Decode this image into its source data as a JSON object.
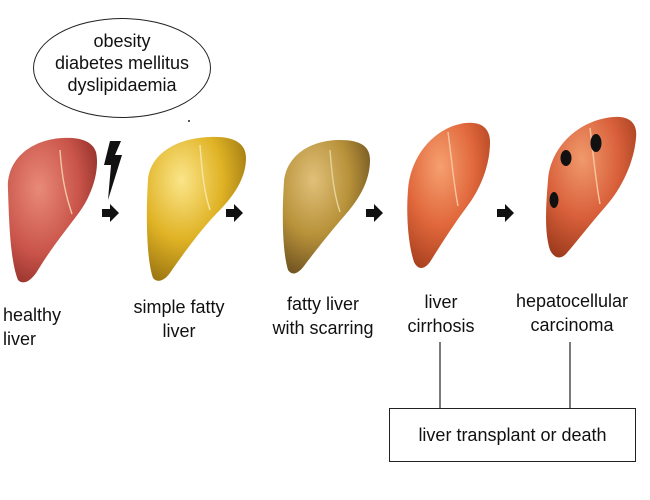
{
  "risk_factors": {
    "items": [
      "obesity",
      "diabetes mellitus",
      "dyslipidaemia"
    ]
  },
  "stages": [
    {
      "id": "healthy",
      "lines": [
        "healthy",
        "liver"
      ],
      "color": "#c9544a"
    },
    {
      "id": "simple-fatty",
      "lines": [
        "simple fatty",
        "liver"
      ],
      "color": "#e0b325"
    },
    {
      "id": "fatty-scarring",
      "lines": [
        "fatty liver",
        "with scarring"
      ],
      "color": "#b8923a"
    },
    {
      "id": "cirrhosis",
      "lines": [
        "liver",
        "cirrhosis"
      ],
      "color": "#e0673b"
    },
    {
      "id": "hcc",
      "lines": [
        "hepatocellular",
        "carcinoma"
      ],
      "color": "#d9603b"
    }
  ],
  "outcome": {
    "label": "liver transplant or death"
  },
  "icons": {
    "trigger": "lightning-bolt-icon",
    "progression": "arrow-right-icon"
  }
}
